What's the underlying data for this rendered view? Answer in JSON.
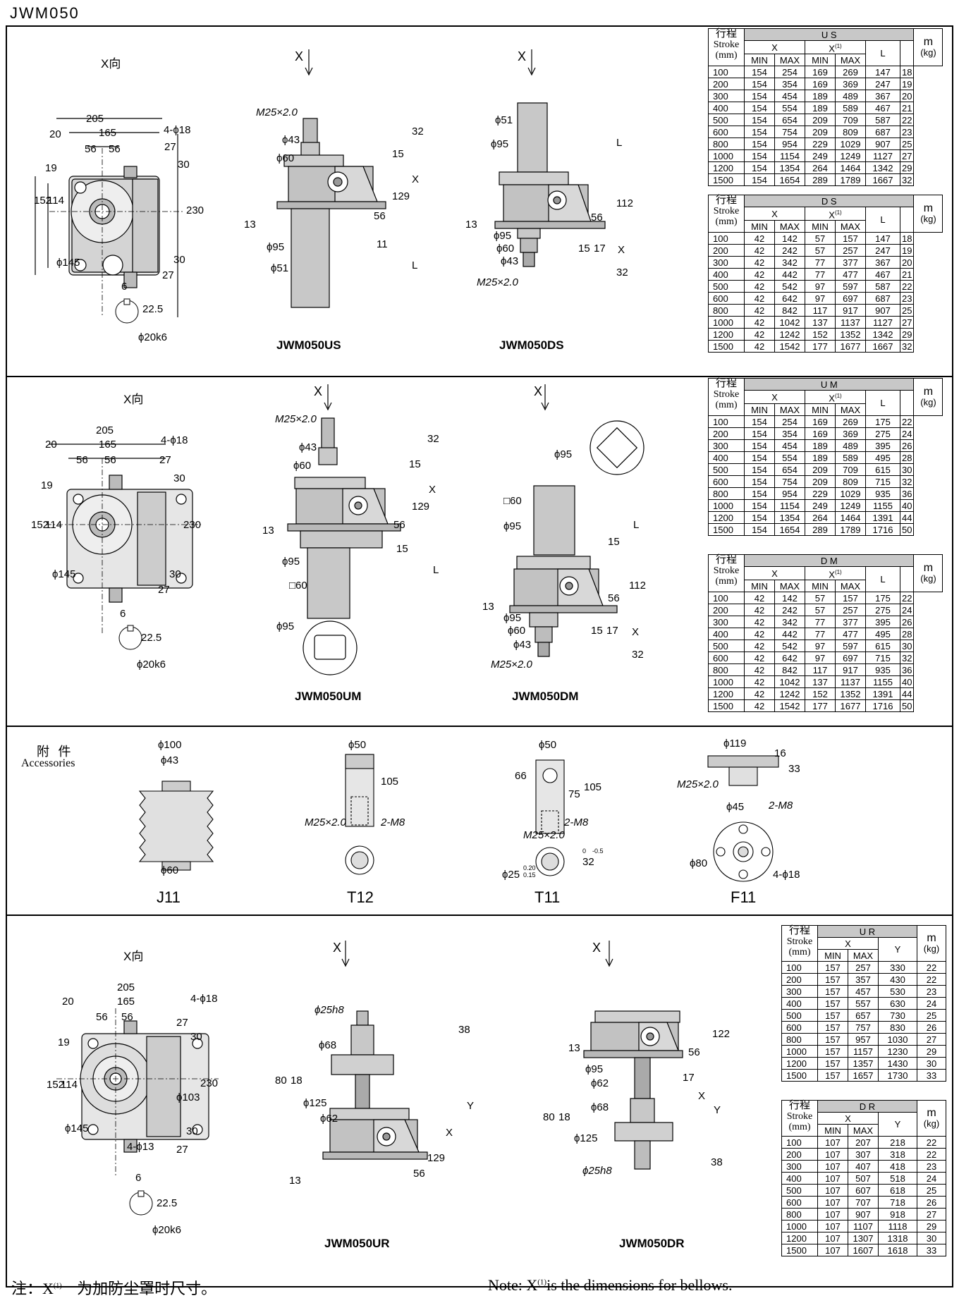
{
  "page_title": "JWM050",
  "sections": {
    "us_ds": {
      "x_dir": "X向",
      "x_arrow_label": "X",
      "caption_us": "JWM050US",
      "caption_ds": "JWM050DS",
      "dims_xview": [
        "205",
        "165",
        "20",
        "56",
        "56",
        "4-ϕ18",
        "19",
        "152",
        "114",
        "27",
        "30",
        "230",
        "ϕ145",
        "30",
        "27",
        "6",
        "22.5",
        "ϕ20k6"
      ],
      "dims_us": [
        "M25×2.0",
        "ϕ43",
        "ϕ60",
        "32",
        "15",
        "X",
        "129",
        "56",
        "13",
        "ϕ95",
        "11",
        "ϕ51",
        "L"
      ],
      "dims_ds": [
        "ϕ51",
        "ϕ95",
        "L",
        "112",
        "56",
        "13",
        "ϕ95",
        "ϕ60",
        "15",
        "17",
        "X",
        "ϕ43",
        "32",
        "M25×2.0"
      ]
    },
    "um_dm": {
      "x_dir": "X向",
      "x_arrow_label": "X",
      "caption_um": "JWM050UM",
      "caption_dm": "JWM050DM",
      "dims_xview": [
        "205",
        "165",
        "20",
        "56",
        "56",
        "4-ϕ18",
        "19",
        "152",
        "114",
        "27",
        "30",
        "230",
        "ϕ145",
        "30",
        "27",
        "6",
        "22.5",
        "ϕ20k6"
      ],
      "dims_um": [
        "M25×2.0",
        "ϕ43",
        "ϕ60",
        "32",
        "15",
        "X",
        "129",
        "56",
        "13",
        "ϕ95",
        "15",
        "□60",
        "L",
        "ϕ95"
      ],
      "dims_dm": [
        "ϕ95",
        "□60",
        "ϕ95",
        "L",
        "15",
        "112",
        "56",
        "13",
        "ϕ95",
        "ϕ60",
        "ϕ43",
        "15",
        "17",
        "X",
        "32",
        "M25×2.0"
      ]
    },
    "accessories": {
      "title_cn": "附 件",
      "title_en": "Accessories",
      "items": [
        {
          "name": "J11",
          "dims": [
            "ϕ100",
            "ϕ43",
            "ϕ60"
          ]
        },
        {
          "name": "T12",
          "dims": [
            "ϕ50",
            "105",
            "M25×2.0",
            "2-M8"
          ]
        },
        {
          "name": "T11",
          "dims": [
            "ϕ50",
            "66",
            "75",
            "105",
            "M25×2.0",
            "2-M8",
            "32",
            "0",
            "-0.5",
            "ϕ25",
            "0.20",
            "0.15"
          ]
        },
        {
          "name": "F11",
          "dims": [
            "ϕ119",
            "16",
            "33",
            "M25×2.0",
            "ϕ45",
            "2-M8",
            "ϕ80",
            "4-ϕ18"
          ]
        }
      ]
    },
    "ur_dr": {
      "x_dir": "X向",
      "x_arrow_label": "X",
      "caption_ur": "JWM050UR",
      "caption_dr": "JWM050DR",
      "dims_xview": [
        "205",
        "165",
        "20",
        "56",
        "56",
        "4-ϕ18",
        "19",
        "152",
        "114",
        "27",
        "30",
        "230",
        "ϕ103",
        "ϕ145",
        "4-ϕ13",
        "30",
        "27",
        "6",
        "22.5",
        "ϕ20k6"
      ],
      "dims_ur": [
        "ϕ25h8",
        "38",
        "ϕ68",
        "80",
        "18",
        "ϕ125",
        "Y",
        "ϕ62",
        "X",
        "129",
        "56",
        "13"
      ],
      "dims_dr": [
        "13",
        "56",
        "122",
        "ϕ95",
        "ϕ62",
        "17",
        "X",
        "Y",
        "80",
        "18",
        "ϕ68",
        "ϕ125",
        "ϕ25h8",
        "38"
      ]
    }
  },
  "tables": {
    "header": {
      "stroke_cn": "行程",
      "stroke_en": "Stroke",
      "stroke_unit": "(mm)",
      "x": "X",
      "x1": "X",
      "x1_sup": "(1)",
      "min": "MIN",
      "max": "MAX",
      "l": "L",
      "y": "Y",
      "m": "m",
      "m_unit": "(kg)"
    },
    "US": {
      "code": "U S",
      "rows": [
        [
          "100",
          "154",
          "254",
          "169",
          "269",
          "147",
          "18"
        ],
        [
          "200",
          "154",
          "354",
          "169",
          "369",
          "247",
          "19"
        ],
        [
          "300",
          "154",
          "454",
          "189",
          "489",
          "367",
          "20"
        ],
        [
          "400",
          "154",
          "554",
          "189",
          "589",
          "467",
          "21"
        ],
        [
          "500",
          "154",
          "654",
          "209",
          "709",
          "587",
          "22"
        ],
        [
          "600",
          "154",
          "754",
          "209",
          "809",
          "687",
          "23"
        ],
        [
          "800",
          "154",
          "954",
          "229",
          "1029",
          "907",
          "25"
        ],
        [
          "1000",
          "154",
          "1154",
          "249",
          "1249",
          "1127",
          "27"
        ],
        [
          "1200",
          "154",
          "1354",
          "264",
          "1464",
          "1342",
          "29"
        ],
        [
          "1500",
          "154",
          "1654",
          "289",
          "1789",
          "1667",
          "32"
        ]
      ]
    },
    "DS": {
      "code": "D S",
      "rows": [
        [
          "100",
          "42",
          "142",
          "57",
          "157",
          "147",
          "18"
        ],
        [
          "200",
          "42",
          "242",
          "57",
          "257",
          "247",
          "19"
        ],
        [
          "300",
          "42",
          "342",
          "77",
          "377",
          "367",
          "20"
        ],
        [
          "400",
          "42",
          "442",
          "77",
          "477",
          "467",
          "21"
        ],
        [
          "500",
          "42",
          "542",
          "97",
          "597",
          "587",
          "22"
        ],
        [
          "600",
          "42",
          "642",
          "97",
          "697",
          "687",
          "23"
        ],
        [
          "800",
          "42",
          "842",
          "117",
          "917",
          "907",
          "25"
        ],
        [
          "1000",
          "42",
          "1042",
          "137",
          "1137",
          "1127",
          "27"
        ],
        [
          "1200",
          "42",
          "1242",
          "152",
          "1352",
          "1342",
          "29"
        ],
        [
          "1500",
          "42",
          "1542",
          "177",
          "1677",
          "1667",
          "32"
        ]
      ]
    },
    "UM": {
      "code": "U M",
      "rows": [
        [
          "100",
          "154",
          "254",
          "169",
          "269",
          "175",
          "22"
        ],
        [
          "200",
          "154",
          "354",
          "169",
          "369",
          "275",
          "24"
        ],
        [
          "300",
          "154",
          "454",
          "189",
          "489",
          "395",
          "26"
        ],
        [
          "400",
          "154",
          "554",
          "189",
          "589",
          "495",
          "28"
        ],
        [
          "500",
          "154",
          "654",
          "209",
          "709",
          "615",
          "30"
        ],
        [
          "600",
          "154",
          "754",
          "209",
          "809",
          "715",
          "32"
        ],
        [
          "800",
          "154",
          "954",
          "229",
          "1029",
          "935",
          "36"
        ],
        [
          "1000",
          "154",
          "1154",
          "249",
          "1249",
          "1155",
          "40"
        ],
        [
          "1200",
          "154",
          "1354",
          "264",
          "1464",
          "1391",
          "44"
        ],
        [
          "1500",
          "154",
          "1654",
          "289",
          "1789",
          "1716",
          "50"
        ]
      ]
    },
    "DM": {
      "code": "D M",
      "rows": [
        [
          "100",
          "42",
          "142",
          "57",
          "157",
          "175",
          "22"
        ],
        [
          "200",
          "42",
          "242",
          "57",
          "257",
          "275",
          "24"
        ],
        [
          "300",
          "42",
          "342",
          "77",
          "377",
          "395",
          "26"
        ],
        [
          "400",
          "42",
          "442",
          "77",
          "477",
          "495",
          "28"
        ],
        [
          "500",
          "42",
          "542",
          "97",
          "597",
          "615",
          "30"
        ],
        [
          "600",
          "42",
          "642",
          "97",
          "697",
          "715",
          "32"
        ],
        [
          "800",
          "42",
          "842",
          "117",
          "917",
          "935",
          "36"
        ],
        [
          "1000",
          "42",
          "1042",
          "137",
          "1137",
          "1155",
          "40"
        ],
        [
          "1200",
          "42",
          "1242",
          "152",
          "1352",
          "1391",
          "44"
        ],
        [
          "1500",
          "42",
          "1542",
          "177",
          "1677",
          "1716",
          "50"
        ]
      ]
    },
    "UR": {
      "code": "U R",
      "rows": [
        [
          "100",
          "157",
          "257",
          "330",
          "22"
        ],
        [
          "200",
          "157",
          "357",
          "430",
          "22"
        ],
        [
          "300",
          "157",
          "457",
          "530",
          "23"
        ],
        [
          "400",
          "157",
          "557",
          "630",
          "24"
        ],
        [
          "500",
          "157",
          "657",
          "730",
          "25"
        ],
        [
          "600",
          "157",
          "757",
          "830",
          "26"
        ],
        [
          "800",
          "157",
          "957",
          "1030",
          "27"
        ],
        [
          "1000",
          "157",
          "1157",
          "1230",
          "29"
        ],
        [
          "1200",
          "157",
          "1357",
          "1430",
          "30"
        ],
        [
          "1500",
          "157",
          "1657",
          "1730",
          "33"
        ]
      ]
    },
    "DR": {
      "code": "D R",
      "rows": [
        [
          "100",
          "107",
          "207",
          "218",
          "22"
        ],
        [
          "200",
          "107",
          "307",
          "318",
          "22"
        ],
        [
          "300",
          "107",
          "407",
          "418",
          "23"
        ],
        [
          "400",
          "107",
          "507",
          "518",
          "24"
        ],
        [
          "500",
          "107",
          "607",
          "618",
          "25"
        ],
        [
          "600",
          "107",
          "707",
          "718",
          "26"
        ],
        [
          "800",
          "107",
          "907",
          "918",
          "27"
        ],
        [
          "1000",
          "107",
          "1107",
          "1118",
          "29"
        ],
        [
          "1200",
          "107",
          "1307",
          "1318",
          "30"
        ],
        [
          "1500",
          "107",
          "1607",
          "1618",
          "33"
        ]
      ]
    }
  },
  "footnote": {
    "cn_prefix": "注：X",
    "cn_sup": "(1)",
    "cn_text": "为加防尘罩时尺寸。",
    "en_prefix": "Note: X",
    "en_sup": "(1)",
    "en_text": "is the dimensions for bellows."
  }
}
